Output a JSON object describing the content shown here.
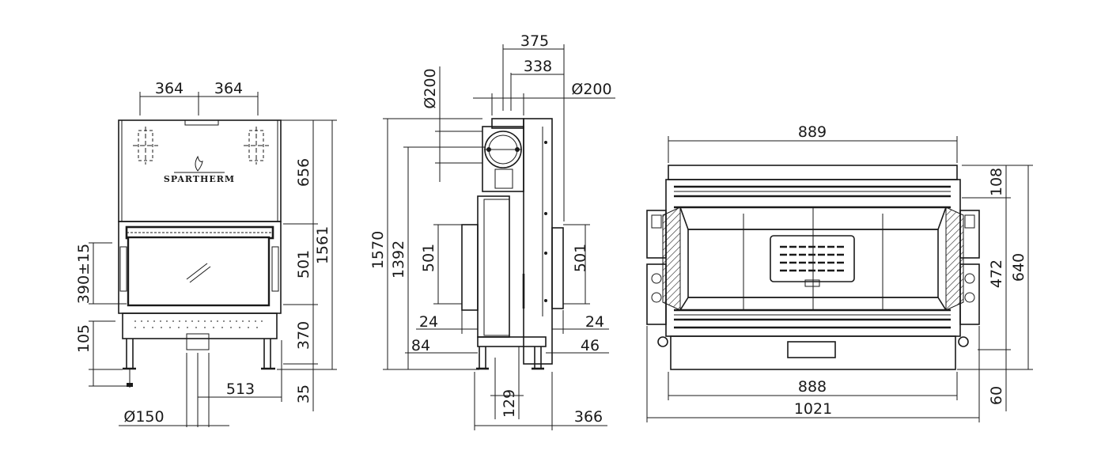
{
  "front_view": {
    "logo_text": "SPARTHERM",
    "dims": {
      "half_width_left": "364",
      "half_width_right": "364",
      "upper_height": "656",
      "door_height": "501",
      "lower_height": "370",
      "total_height": "1561",
      "glass_height": "390±15",
      "leg_height": "105",
      "flue_offset": "513",
      "foot_height": "35",
      "air_diameter": "Ø150"
    }
  },
  "side_view": {
    "dims": {
      "depth_outer": "375",
      "depth_inner": "338",
      "flue_diameter_top": "Ø200",
      "flue_diameter_side": "Ø200",
      "total_height": "1570",
      "flue_center_height": "1392",
      "door_height_left": "501",
      "door_height_right": "501",
      "offset_left_small": "24",
      "offset_right_small": "24",
      "offset_left_large": "84",
      "offset_right_large": "46",
      "inlet_height": "129",
      "base_depth": "366"
    }
  },
  "top_view": {
    "dims": {
      "top_width": "889",
      "bottom_width": "888",
      "total_width": "1021",
      "rear_depth": "108",
      "inner_depth": "472",
      "total_depth": "640",
      "front_depth": "60"
    }
  }
}
